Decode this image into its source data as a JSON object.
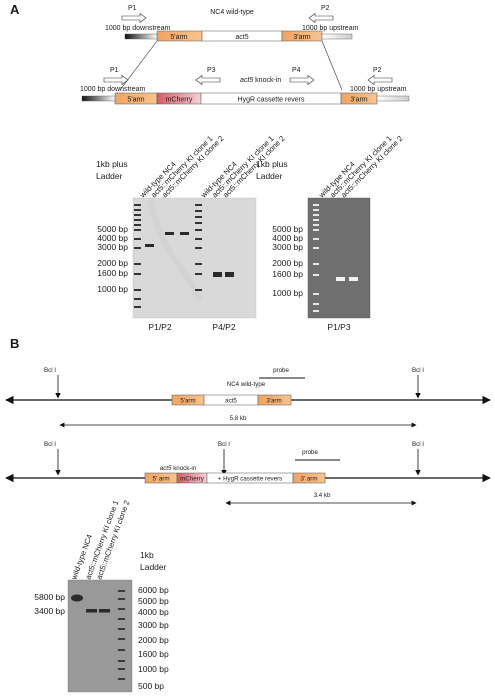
{
  "panel_a": {
    "letter": "A",
    "wt": {
      "title": "NC4 wild-type",
      "p1": "P1",
      "p2": "P2",
      "downstream": "1000 bp downstream",
      "upstream": "1000 bp upstream",
      "arm5": "5'arm",
      "gene": "act5",
      "arm3": "3'arm"
    },
    "ki": {
      "title_gene": "act5",
      "title_rest": " knock-in",
      "p1": "P1",
      "p2": "P2",
      "p3": "P3",
      "p4": "P4",
      "downstream": "1000 bp downstream",
      "upstream": "1000 bp upstream",
      "arm5": "5'arm",
      "mcherry": "mCherry",
      "cassette": "HygR cassette revers",
      "arm3": "3'arm"
    },
    "gel1": {
      "ladder_title_1": "1kb plus",
      "ladder_title_2": "Ladder",
      "lanes": [
        "wild-type NC4",
        "act5::mCherry KI clone 1",
        "act5::mCherry KI clone 2",
        "wild-type NC4",
        "act5::mCherry KI clone 1",
        "act5::mCherry KI clone 2"
      ],
      "markers": [
        "5000 bp",
        "4000 bp",
        "3000 bp",
        "2000 bp",
        "1600 bp",
        "1000 bp"
      ],
      "label_left": "P1/P2",
      "label_right": "P4/P2"
    },
    "gel2": {
      "ladder_title_1": "1kb plus",
      "ladder_title_2": "Ladder",
      "lanes": [
        "wild-type NC4",
        "act5::mCherry KI clone 1",
        "act5::mCherry KI clone 2"
      ],
      "markers": [
        "5000 bp",
        "4000 bp",
        "3000 bp",
        "2000 bp",
        "1600 bp",
        "1000 bp"
      ],
      "label": "P1/P3"
    }
  },
  "panel_b": {
    "letter": "B",
    "wt": {
      "bcl_left": "Bcl I",
      "bcl_right": "Bcl I",
      "probe": "probe",
      "title": "NC4 wild-type",
      "arm5": "5'arm",
      "gene": "act5",
      "arm3": "3'arm",
      "size": "5.8 kb"
    },
    "ki": {
      "bcl_left": "Bcl I",
      "bcl_mid": "Bcl I",
      "bcl_right": "Bcl I",
      "probe": "probe",
      "title_gene": "act5",
      "title_rest": " knock-in",
      "arm5": "5' arm",
      "mcherry": "mCherry",
      "cassette": " + HygR cassette revers",
      "arm3": "3' arm",
      "size": "3.4 kb"
    },
    "blot": {
      "lanes": [
        "wild-type NC4",
        "act5::mCherry KI clone 1",
        "act5::mCherry KI clone 2"
      ],
      "ladder_title_1": "1kb",
      "ladder_title_2": "Ladder",
      "left_markers": [
        "5800 bp",
        "3400 bp"
      ],
      "markers": [
        "6000 bp",
        "5000 bp",
        "4000 bp",
        "3000 bp",
        "2000 bp",
        "1600 bp",
        "1000 bp",
        "500 bp"
      ]
    }
  },
  "colors": {
    "arm": "#f4a460",
    "mcherry": "#d9606a",
    "gel_bg": "#d8d8d8",
    "gel_dark": "#6e6e6e"
  }
}
